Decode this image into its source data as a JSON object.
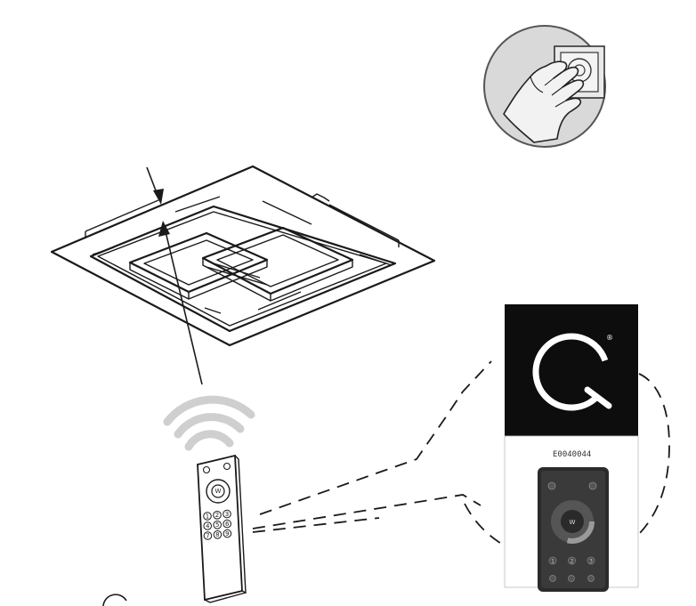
{
  "colors": {
    "ink": "#1a1a1a",
    "logo_panel": "#0d0d0d",
    "logo_mark": "#ffffff",
    "wave": "#cfcfcf"
  },
  "illustrations": {
    "wall_switch": {
      "icon": "hand-pressing-switch"
    },
    "ceiling_lamp": {
      "icon": "square-led-ceiling-lamp"
    },
    "remote": {
      "icon": "remote-control",
      "center_button": "W",
      "number_keys": [
        "1",
        "2",
        "3",
        "4",
        "5",
        "6",
        "7",
        "8",
        "9"
      ]
    }
  },
  "product_card": {
    "brand_mark": "Q",
    "registered_mark": "®",
    "article_code": "E0040044",
    "remote_center_button": "W",
    "remote_keys": [
      "1",
      "2",
      "3"
    ]
  }
}
